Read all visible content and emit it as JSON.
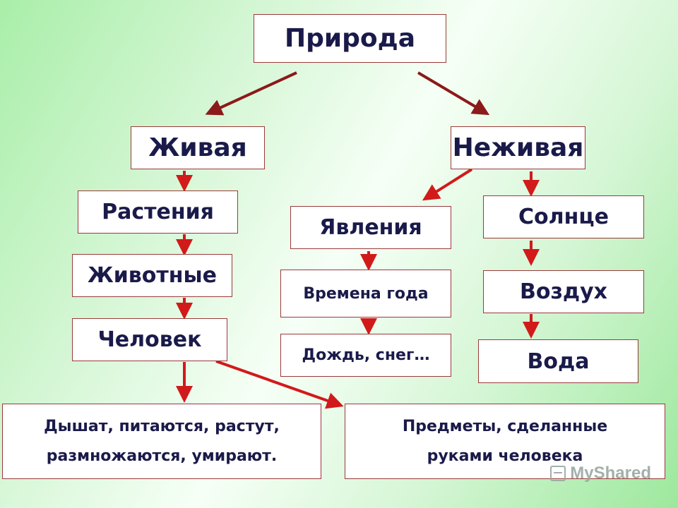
{
  "diagram": {
    "root": "Природа",
    "living": "Живая",
    "nonliving": "Неживая",
    "plants": "Растения",
    "animals": "Животные",
    "human": "Человек",
    "phenomena": "Явления",
    "seasons": "Времена года",
    "weather": "Дождь, снег…",
    "sun": "Солнце",
    "air": "Воздух",
    "water": "Вода",
    "traits_line1": "Дышат, питаются, растут,",
    "traits_line2": "размножаются, умирают.",
    "objects_line1": "Предметы, сделанные",
    "objects_line2": "руками человека"
  },
  "colors": {
    "arrow_dark": "#8b1a1a",
    "arrow_red": "#d11a1a",
    "text": "#1a1a4a"
  },
  "watermark": {
    "text": "MyShared",
    "icon": "myshared-logo-icon"
  }
}
